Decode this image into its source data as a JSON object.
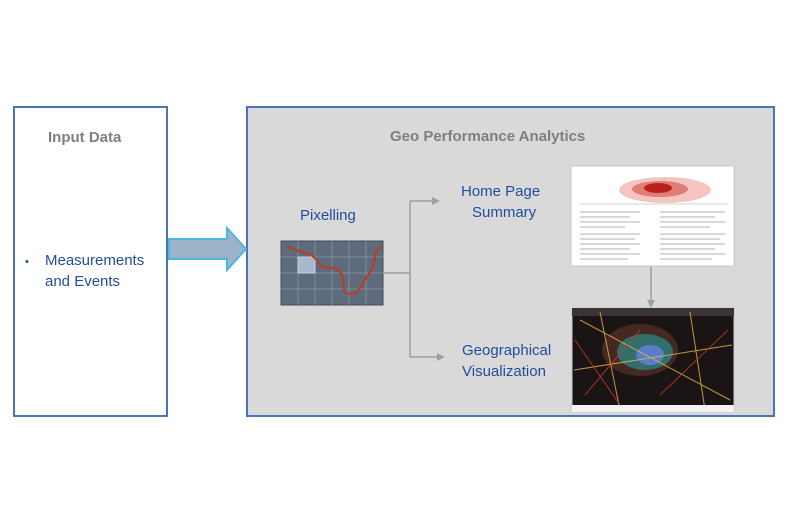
{
  "input_panel": {
    "title": "Input Data",
    "bullet_line1": "Measurements",
    "bullet_line2": "and Events"
  },
  "geo_panel": {
    "title": "Geo Performance Analytics",
    "pixelling_label": "Pixelling",
    "home_line1": "Home Page",
    "home_line2": "Summary",
    "geo_line1": "Geographical",
    "geo_line2": "Visualization"
  },
  "colors": {
    "border": "#4a73b8",
    "panel_bg": "#d9d9d9",
    "label_blue": "#1f4e9c",
    "title_gray": "#7f7f7f",
    "arrow_fill": "#9db4c8",
    "arrow_stroke": "#4fb6e0",
    "connector_gray": "#9aa0a8"
  }
}
